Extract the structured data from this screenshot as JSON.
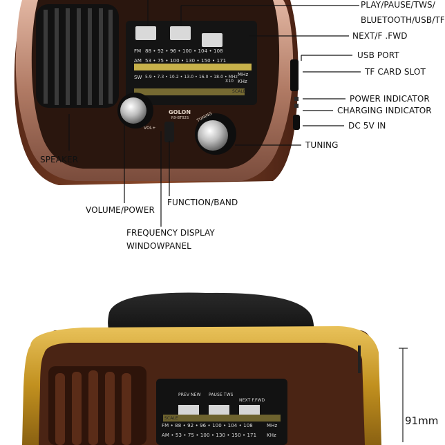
{
  "top_radio": {
    "brand": "GOLON",
    "model": "RX-BT02S",
    "band_fm": "FM",
    "band_am": "AM",
    "band_sw": "SW",
    "fm_scale": "88 • 92 • 96 • 100 • 104 • 108",
    "am_scale": "53 • 75 • 100 • 130 • 150 • 171",
    "sw_scale": "5.9 • 7.3 • 10.2 • 13.0 • 16.0 • 18.0 • MHz",
    "unit_mhz": "MHz",
    "unit_khz": "KHz",
    "unit_x10": "X10",
    "scale_tag": "SCALE",
    "vol_label": "VOL+",
    "tuning_label": "TUNING"
  },
  "callouts": {
    "play_pause": "PLAY/PAUSE/TWS/",
    "bluetooth": "BLUETOOTH/USB/TF",
    "next": "NEXT/F .FWD",
    "usb_port": "USB PORT",
    "tf_slot": "TF CARD SLOT",
    "power_ind": "POWER INDICATOR",
    "charging_ind": "CHARGING INDICATOR",
    "dc_in": "DC 5V IN",
    "tuning": "TUNING",
    "speaker": "SPEAKER",
    "function_band": "FUNCTION/BAND",
    "volume_power": "VOLUME/POWER",
    "freq_display_1": "FREQUENCY DISPLAY",
    "freq_display_2": "WINDOWPANEL"
  },
  "bottom_radio": {
    "btn_prev": "PREV NEW",
    "btn_pause": "PAUSE TWS",
    "btn_next": "NEXT F.FWD",
    "fm_scale": "FM • 88 • 92 • 96 • 100 • 104 • 108",
    "am_scale": "AM • 53 • 75 • 100 • 130 • 150 • 171",
    "unit_mhz": "MHz",
    "unit_khz": "KHz",
    "scale_tag": "SCALE",
    "dimension": "91mm"
  },
  "colors": {
    "wood_dark": "#3a1c10",
    "wood_mid": "#6b3522",
    "copper_frame": "#b88872",
    "gold_frame": "#c99a2c",
    "panel_black": "#141414"
  }
}
